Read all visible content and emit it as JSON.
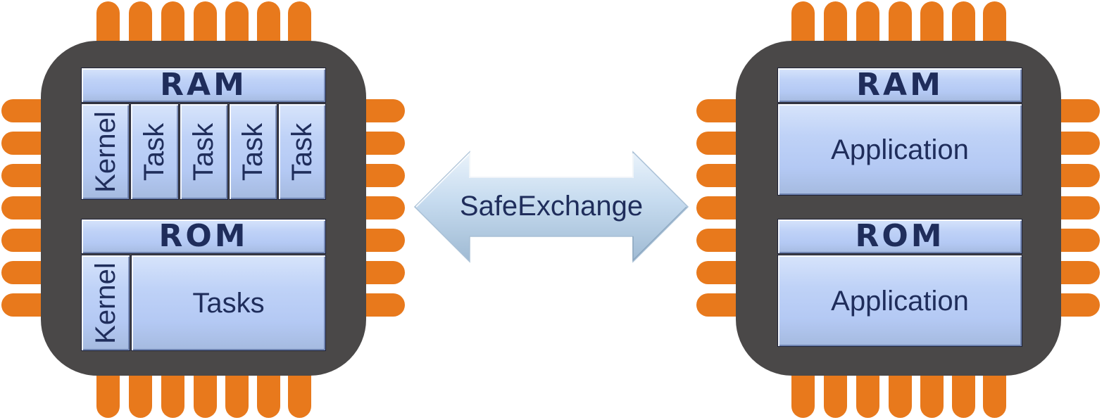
{
  "colors": {
    "pin": "#e8791c",
    "chip_body": "#4a4848",
    "cell_fill": "#bdd0f6",
    "text": "#1f2d5b",
    "arrow_fill": "#c9ddf0"
  },
  "left_chip": {
    "ram": {
      "header": "RAM",
      "columns": [
        "Kernel",
        "Task",
        "Task",
        "Task",
        "Task"
      ]
    },
    "rom": {
      "header": "ROM",
      "kernel": "Kernel",
      "tasks": "Tasks"
    }
  },
  "connector": {
    "label": "SafeExchange",
    "icon": "double-headed-arrow"
  },
  "right_chip": {
    "ram": {
      "header": "RAM",
      "content": "Application"
    },
    "rom": {
      "header": "ROM",
      "content": "Application"
    }
  }
}
